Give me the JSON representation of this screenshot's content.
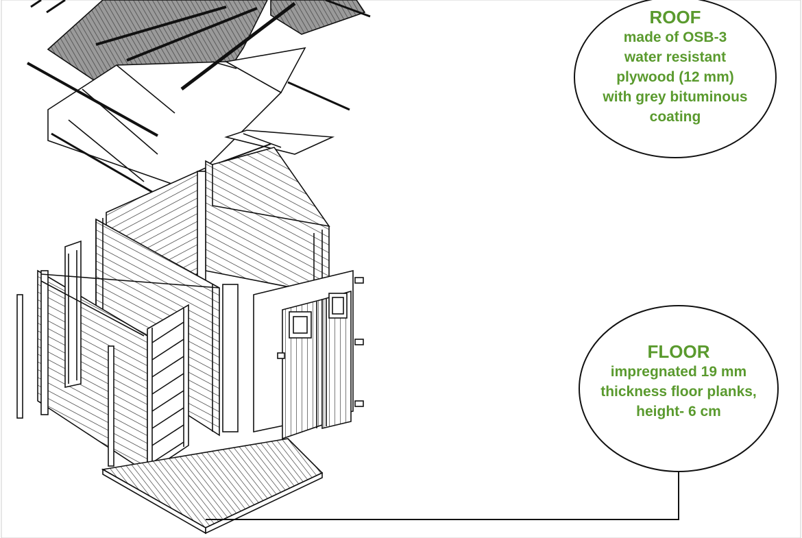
{
  "roof_callout": {
    "title": "ROOF",
    "lines": [
      "made of OSB-3",
      "water resistant",
      "plywood (12 mm)",
      "with grey bituminous",
      "coating"
    ]
  },
  "floor_callout": {
    "title": "FLOOR",
    "lines": [
      "impregnated 19 mm",
      "thickness floor planks,",
      "height- 6 cm"
    ]
  },
  "colors": {
    "accent_green": "#5a9a2e",
    "line": "#111111",
    "roof_shingle": "#8a8a8a",
    "background": "#ffffff"
  },
  "icons": [
    "exploded-shed-diagram"
  ]
}
